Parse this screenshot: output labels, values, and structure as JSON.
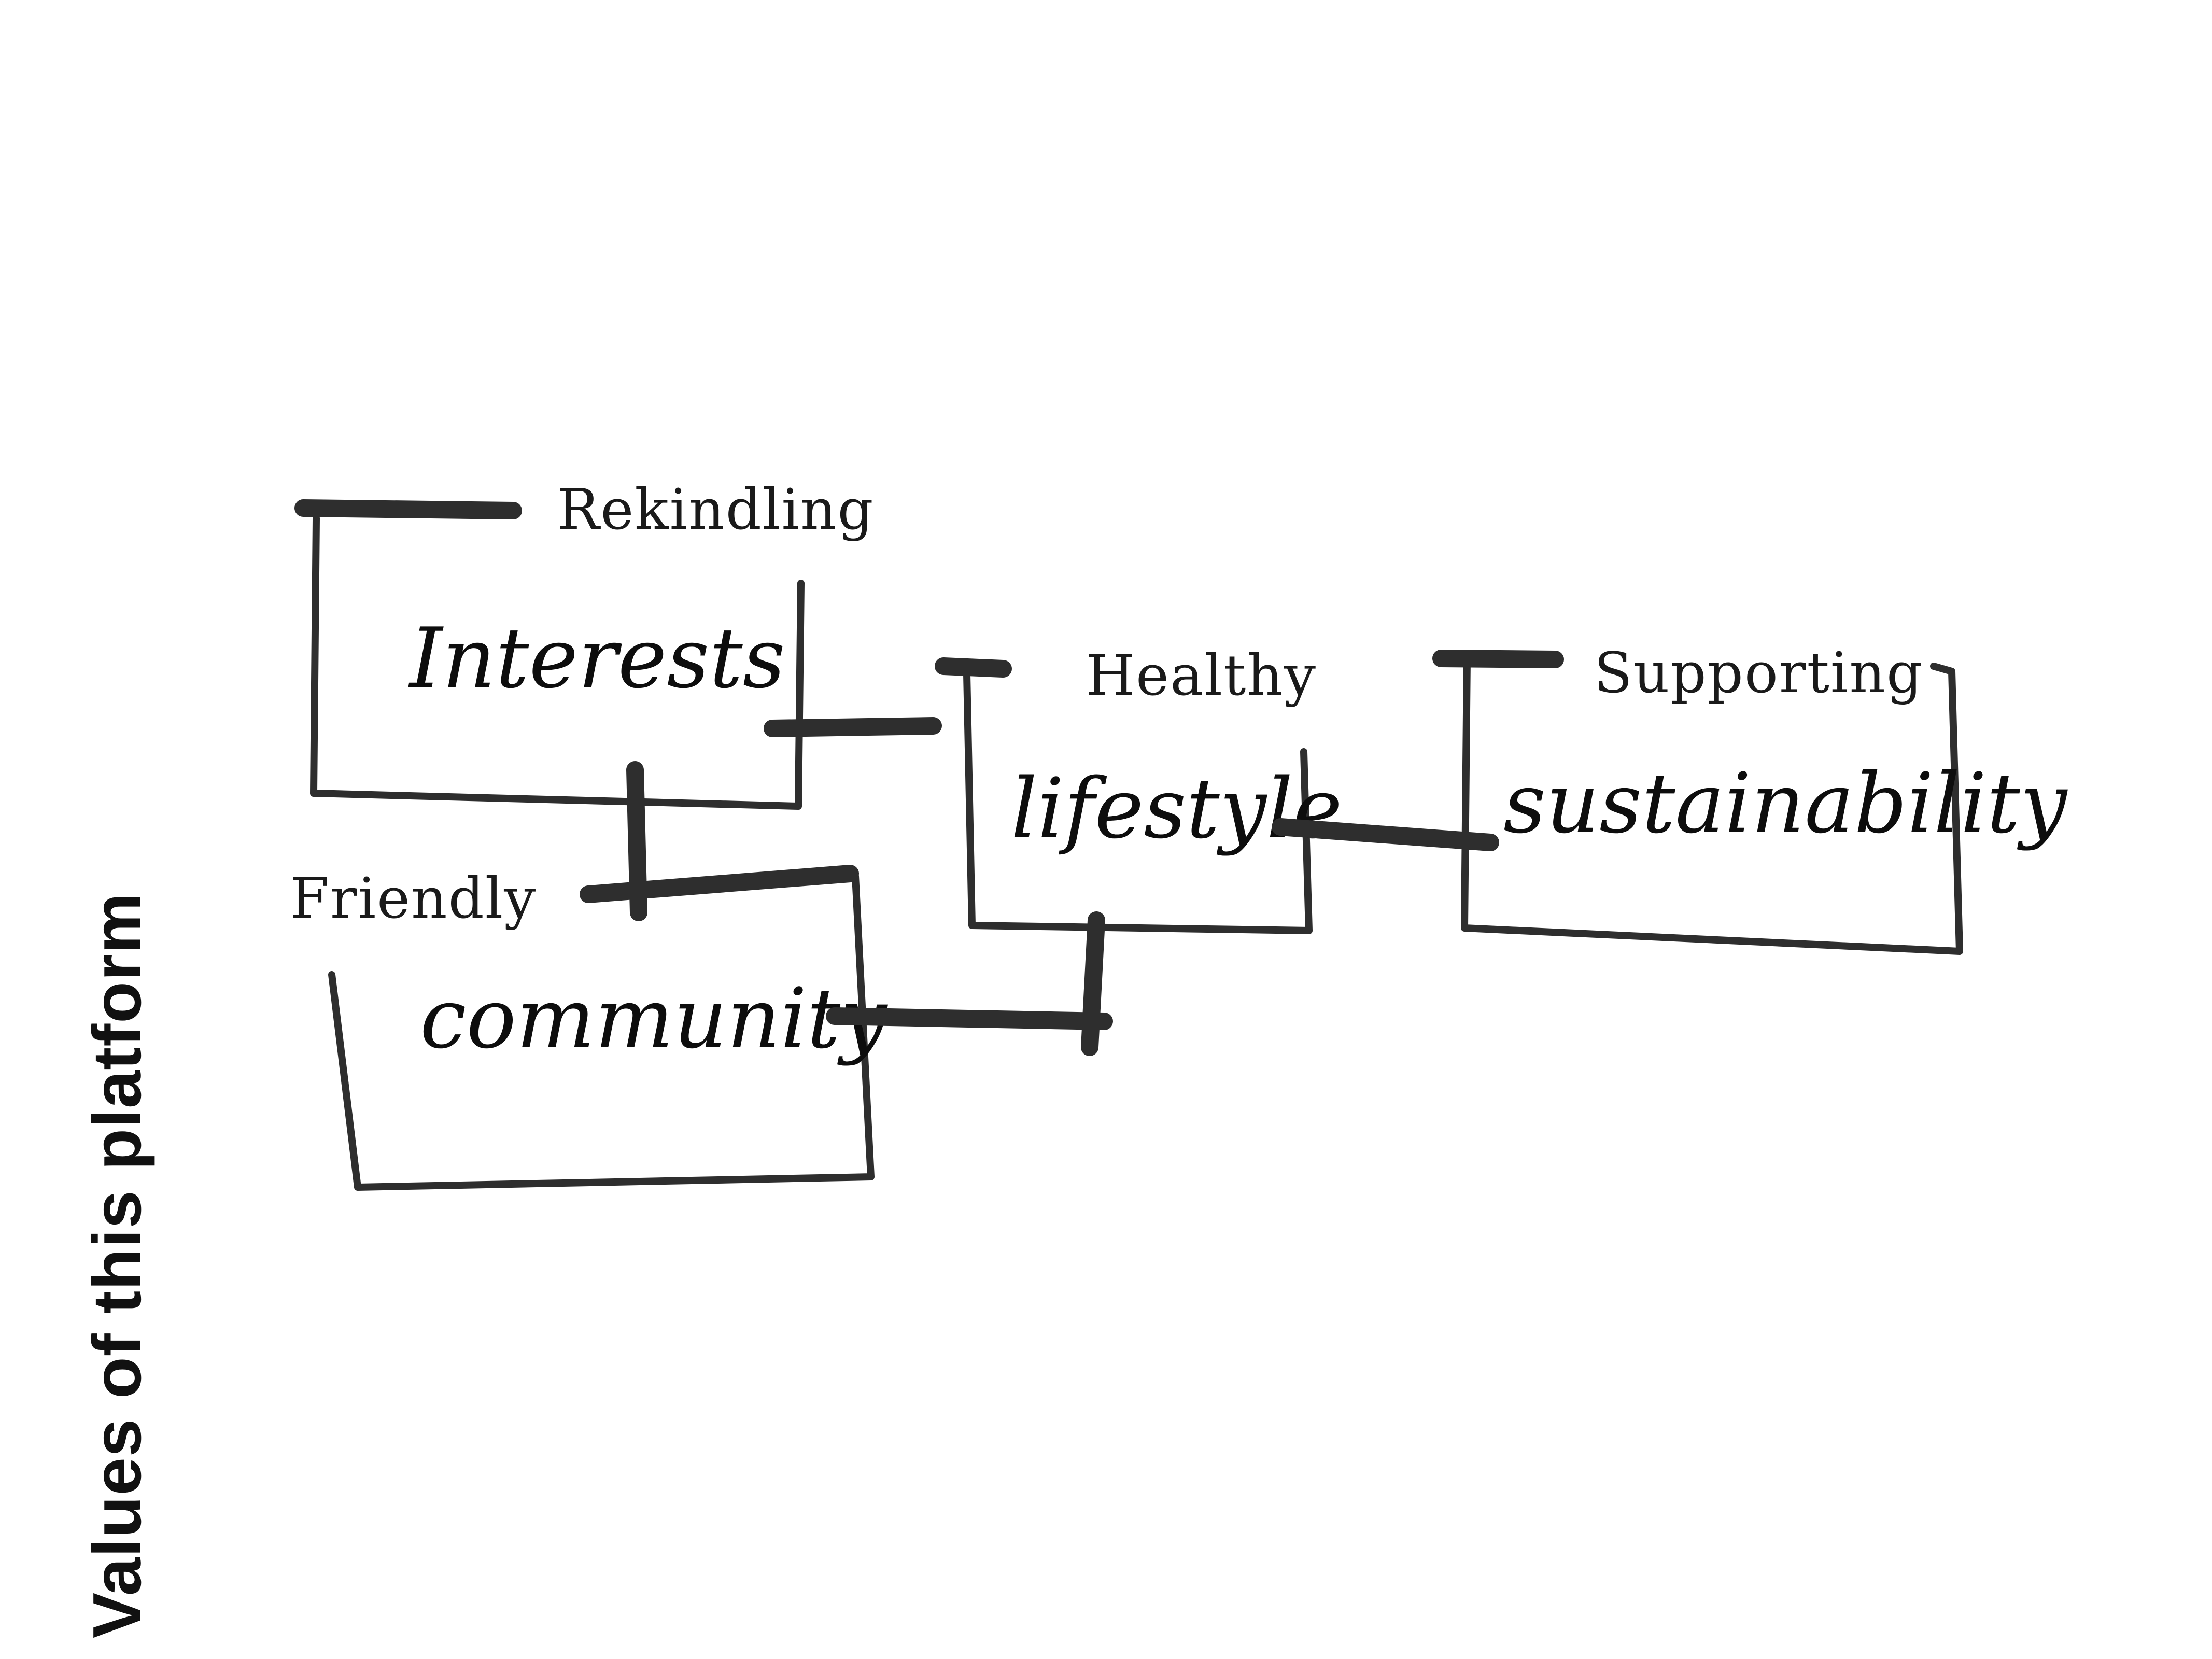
{
  "title": "Values of this platform",
  "values": [
    {
      "qualifier": "Rekindling",
      "word": "Interests"
    },
    {
      "qualifier": "Friendly",
      "word": "community"
    },
    {
      "qualifier": "Healthy",
      "word": "lifestyle"
    },
    {
      "qualifier": "Supporting",
      "word": "sustainability"
    }
  ],
  "colors": {
    "ink": "#2e2e2e",
    "text": "#111111",
    "background": "#ffffff"
  }
}
